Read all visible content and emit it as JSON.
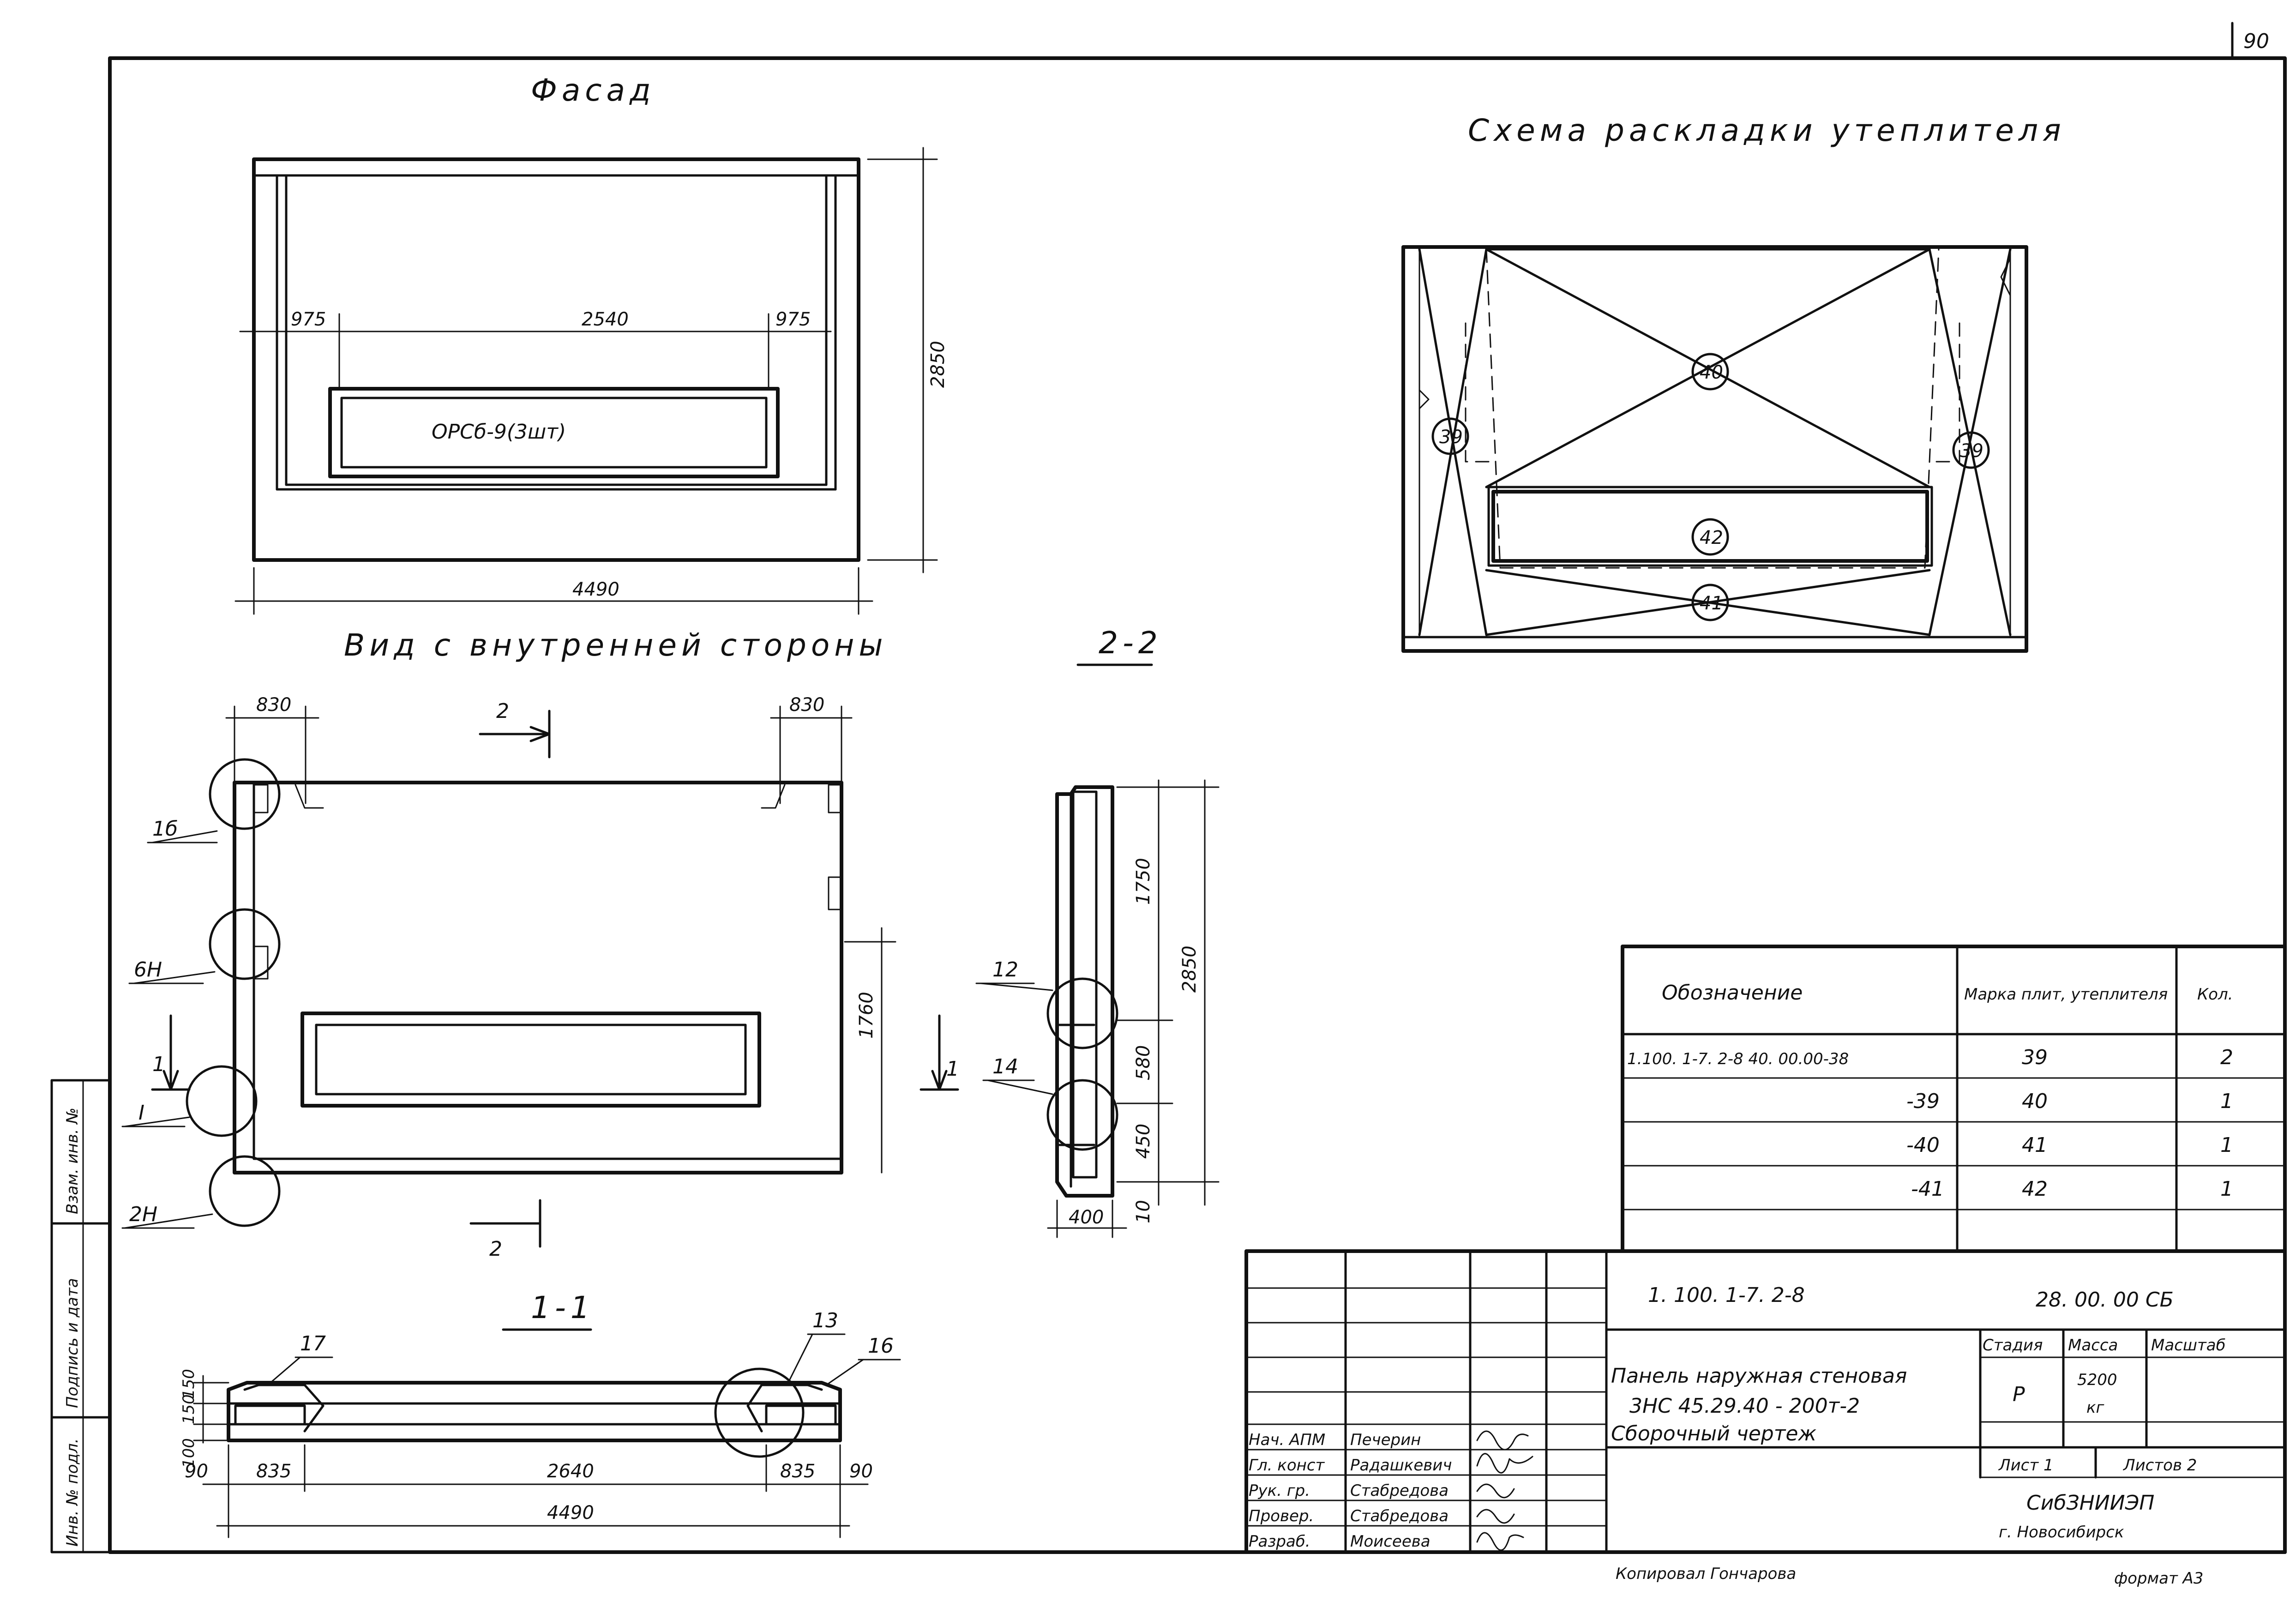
{
  "sheet": {
    "page_number": "90",
    "copied_by": "Копировал  Гончарова",
    "format": "формат А3"
  },
  "facade": {
    "title": "Фасад",
    "window_label": "ОРСб-9(3шт)",
    "dims": {
      "left_offset": "975",
      "middle": "2540",
      "right_offset": "975",
      "height": "2850",
      "width": "4490"
    }
  },
  "insulation_scheme": {
    "title": "Схема раскладки утеплителя",
    "markers": [
      "39",
      "40",
      "39",
      "42",
      "41"
    ]
  },
  "inner_view": {
    "title": "Вид с внутренней стороны",
    "dims": {
      "left_top": "830",
      "right_top": "830",
      "side_height": "1760"
    },
    "section_marks": [
      "2",
      "2",
      "1",
      "1"
    ],
    "callouts": [
      "1б",
      "6Н",
      "I",
      "2Н"
    ]
  },
  "section_2_2": {
    "title": "2-2",
    "dims": {
      "top": "1750",
      "total": "2850",
      "middle": "580",
      "lower": "450",
      "bottom": "10",
      "thickness": "400"
    },
    "callouts": [
      "12",
      "14"
    ]
  },
  "section_1_1": {
    "title": "1-1",
    "dims": {
      "layer_top": "150",
      "layer_mid": "150",
      "layer_bottom": "100",
      "edge_left": "90",
      "left": "835",
      "middle": "2640",
      "right": "835",
      "edge_right": "90",
      "total": "4490"
    },
    "callouts": [
      "17",
      "13",
      "16"
    ]
  },
  "spec_table": {
    "headers": [
      "Обозначение",
      "Марка плит, утеплителя",
      "Кол."
    ],
    "rows": [
      {
        "designation": "1.100. 1-7. 2-8   40. 00.00-38",
        "mark": "39",
        "qty": "2"
      },
      {
        "designation": "-39",
        "mark": "40",
        "qty": "1"
      },
      {
        "designation": "-40",
        "mark": "41",
        "qty": "1"
      },
      {
        "designation": "-41",
        "mark": "42",
        "qty": "1"
      }
    ]
  },
  "title_block": {
    "series": "1. 100. 1-7. 2-8",
    "doc_code": "28. 00. 00  СБ",
    "name_line1": "Панель наружная стеновая",
    "name_line2": "3НС 45.29.40 - 200т-2",
    "name_line3": "Сборочный чертеж",
    "stage_label": "Стадия",
    "mass_label": "Масса",
    "scale_label": "Масштаб",
    "stage_value": "Р",
    "mass_value": "5200",
    "mass_unit": "кг",
    "sheet_label": "Лист 1",
    "sheets_label": "Листов 2",
    "org_line1": "СибЗНИИЭП",
    "org_line2": "г. Новосибирск",
    "signatures": [
      {
        "role": "Нач. АПМ",
        "name": "Печерин"
      },
      {
        "role": "Гл. конст",
        "name": "Радашкевич"
      },
      {
        "role": "Рук. гр.",
        "name": "Стабредова"
      },
      {
        "role": "Провер.",
        "name": "Стабредова"
      },
      {
        "role": "Разраб.",
        "name": "Моисеева"
      }
    ]
  },
  "side_stamp": {
    "cells": [
      "Инв. № подл.",
      "Подпись и дата",
      "Взам. инв. №"
    ]
  }
}
